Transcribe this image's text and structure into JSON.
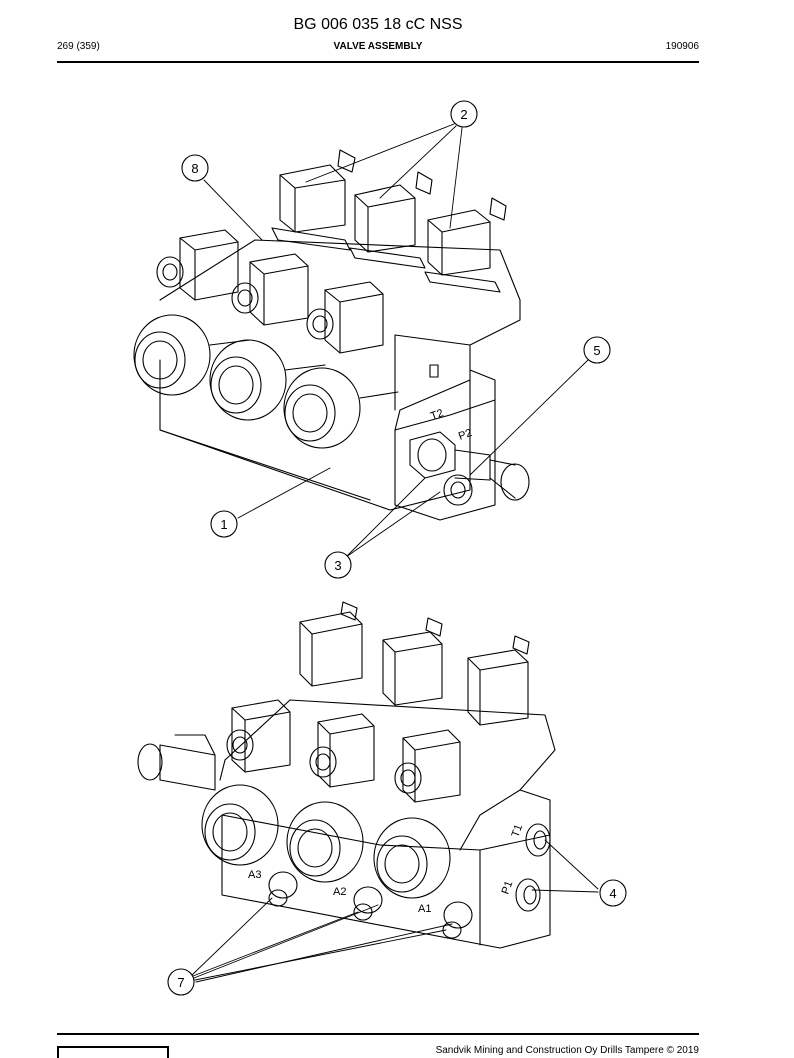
{
  "header": {
    "title": "BG 006 035 18 cC NSS",
    "page": "269 (359)",
    "section": "VALVE ASSEMBLY",
    "date": "190906"
  },
  "callouts": {
    "c1": "1",
    "c2": "2",
    "c3": "3",
    "c4": "4",
    "c5": "5",
    "c7": "7",
    "c8": "8"
  },
  "ports": {
    "t2": "T2",
    "p2": "P2",
    "t1": "T1",
    "p1": "P1",
    "a1": "A1",
    "a2": "A2",
    "a3": "A3"
  },
  "footer": {
    "copyright": "Sandvik Mining and Construction Oy Drills Tampere © 2019"
  }
}
